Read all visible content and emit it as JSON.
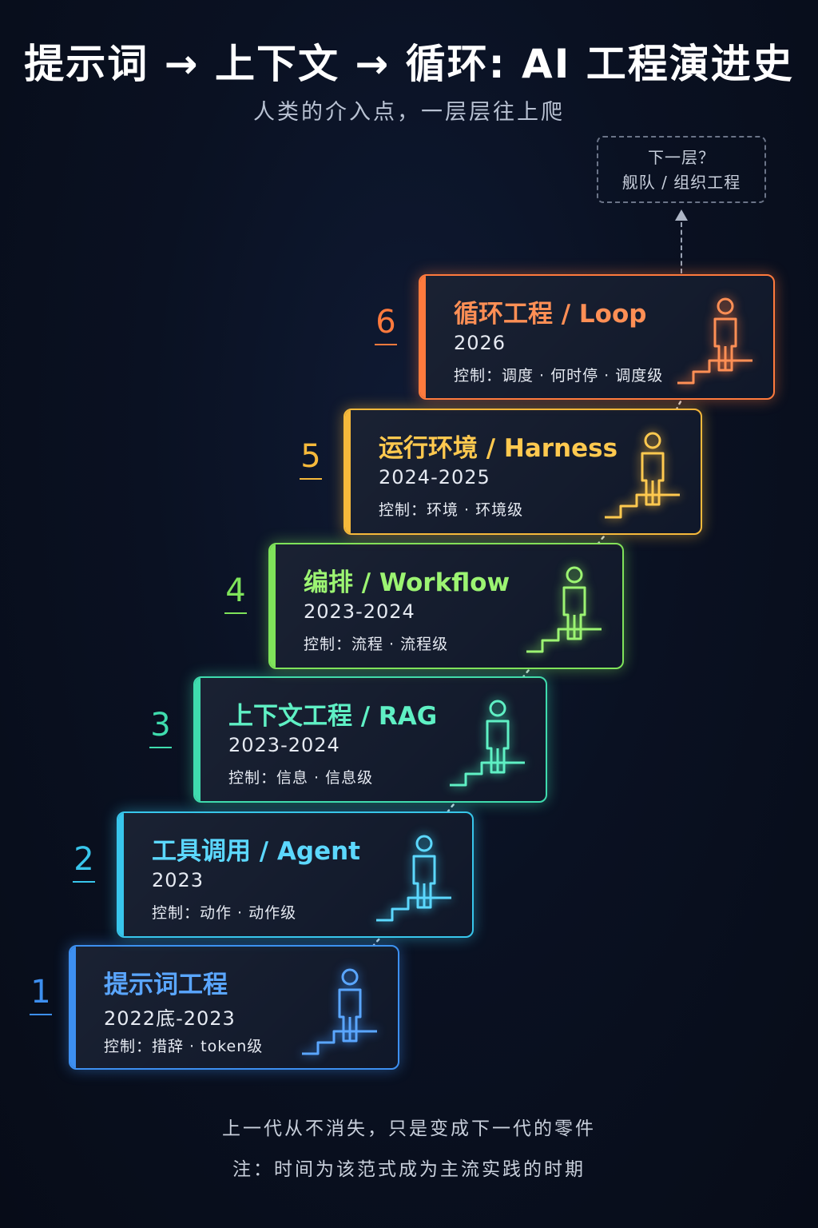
{
  "header": {
    "title": "提示词 → 上下文 → 循环: AI 工程演进史",
    "subtitle": "人类的介入点，一层层往上爬"
  },
  "next_level": {
    "line1": "下一层？",
    "line2": "舰队 / 组织工程"
  },
  "stages": [
    {
      "number": "1",
      "title": "提示词工程",
      "years": "2022底-2023",
      "control": "控制：措辞 · token级",
      "color": "#3d8ff0"
    },
    {
      "number": "2",
      "title": "工具调用 / Agent",
      "years": "2023",
      "control": "控制：动作 · 动作级",
      "color": "#38c6ec"
    },
    {
      "number": "3",
      "title": "上下文工程 / RAG",
      "years": "2023-2024",
      "control": "控制：信息 · 信息级",
      "color": "#3fdcae"
    },
    {
      "number": "4",
      "title": "编排 / Workflow",
      "years": "2023-2024",
      "control": "控制：流程 · 流程级",
      "color": "#7fe35a"
    },
    {
      "number": "5",
      "title": "运行环境 / Harness",
      "years": "2024-2025",
      "control": "控制：环境 · 环境级",
      "color": "#f6b93b"
    },
    {
      "number": "6",
      "title": "循环工程 / Loop",
      "years": "2026",
      "control": "控制：调度 · 何时停 · 调度级",
      "color": "#ff7a3d"
    }
  ],
  "footer": {
    "line1": "上一代从不消失，只是变成下一代的零件",
    "line2": "注：时间为该范式成为主流实践的时期"
  }
}
